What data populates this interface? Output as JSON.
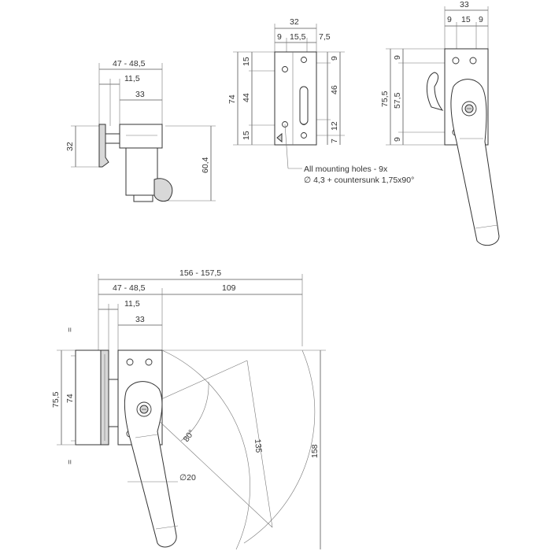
{
  "views": {
    "side": {
      "dims": {
        "overall": "47 - 48,5",
        "mid": "11,5",
        "frame": "33",
        "height": "32",
        "depth": "60,4"
      }
    },
    "front": {
      "dims": {
        "width": "32",
        "a": "9",
        "b": "15,5",
        "c": "7,5",
        "height": "74",
        "top": "15",
        "middle": "44",
        "bottom": "15",
        "r_top": "9",
        "slot": "46",
        "r_low": "12",
        "r_bot": "7"
      },
      "note_line1": "All mounting holes - 9x",
      "note_line2": "∅ 4,3 + countersunk 1,75x90°"
    },
    "handle": {
      "dims": {
        "width": "33",
        "a": "9",
        "b": "15",
        "c": "9",
        "height": "75,5",
        "mid": "57,5",
        "top": "9",
        "bottom": "9"
      }
    },
    "swing": {
      "dims": {
        "total": "156 - 157,5",
        "left": "47 - 48,5",
        "right": "109",
        "mid": "11,5",
        "frame": "33",
        "height1": "75,5",
        "height2": "74",
        "eq_top": "=",
        "eq_bot": "=",
        "angle": "80°",
        "radius": "135",
        "grip": "∅20",
        "sweep": "158"
      }
    }
  }
}
